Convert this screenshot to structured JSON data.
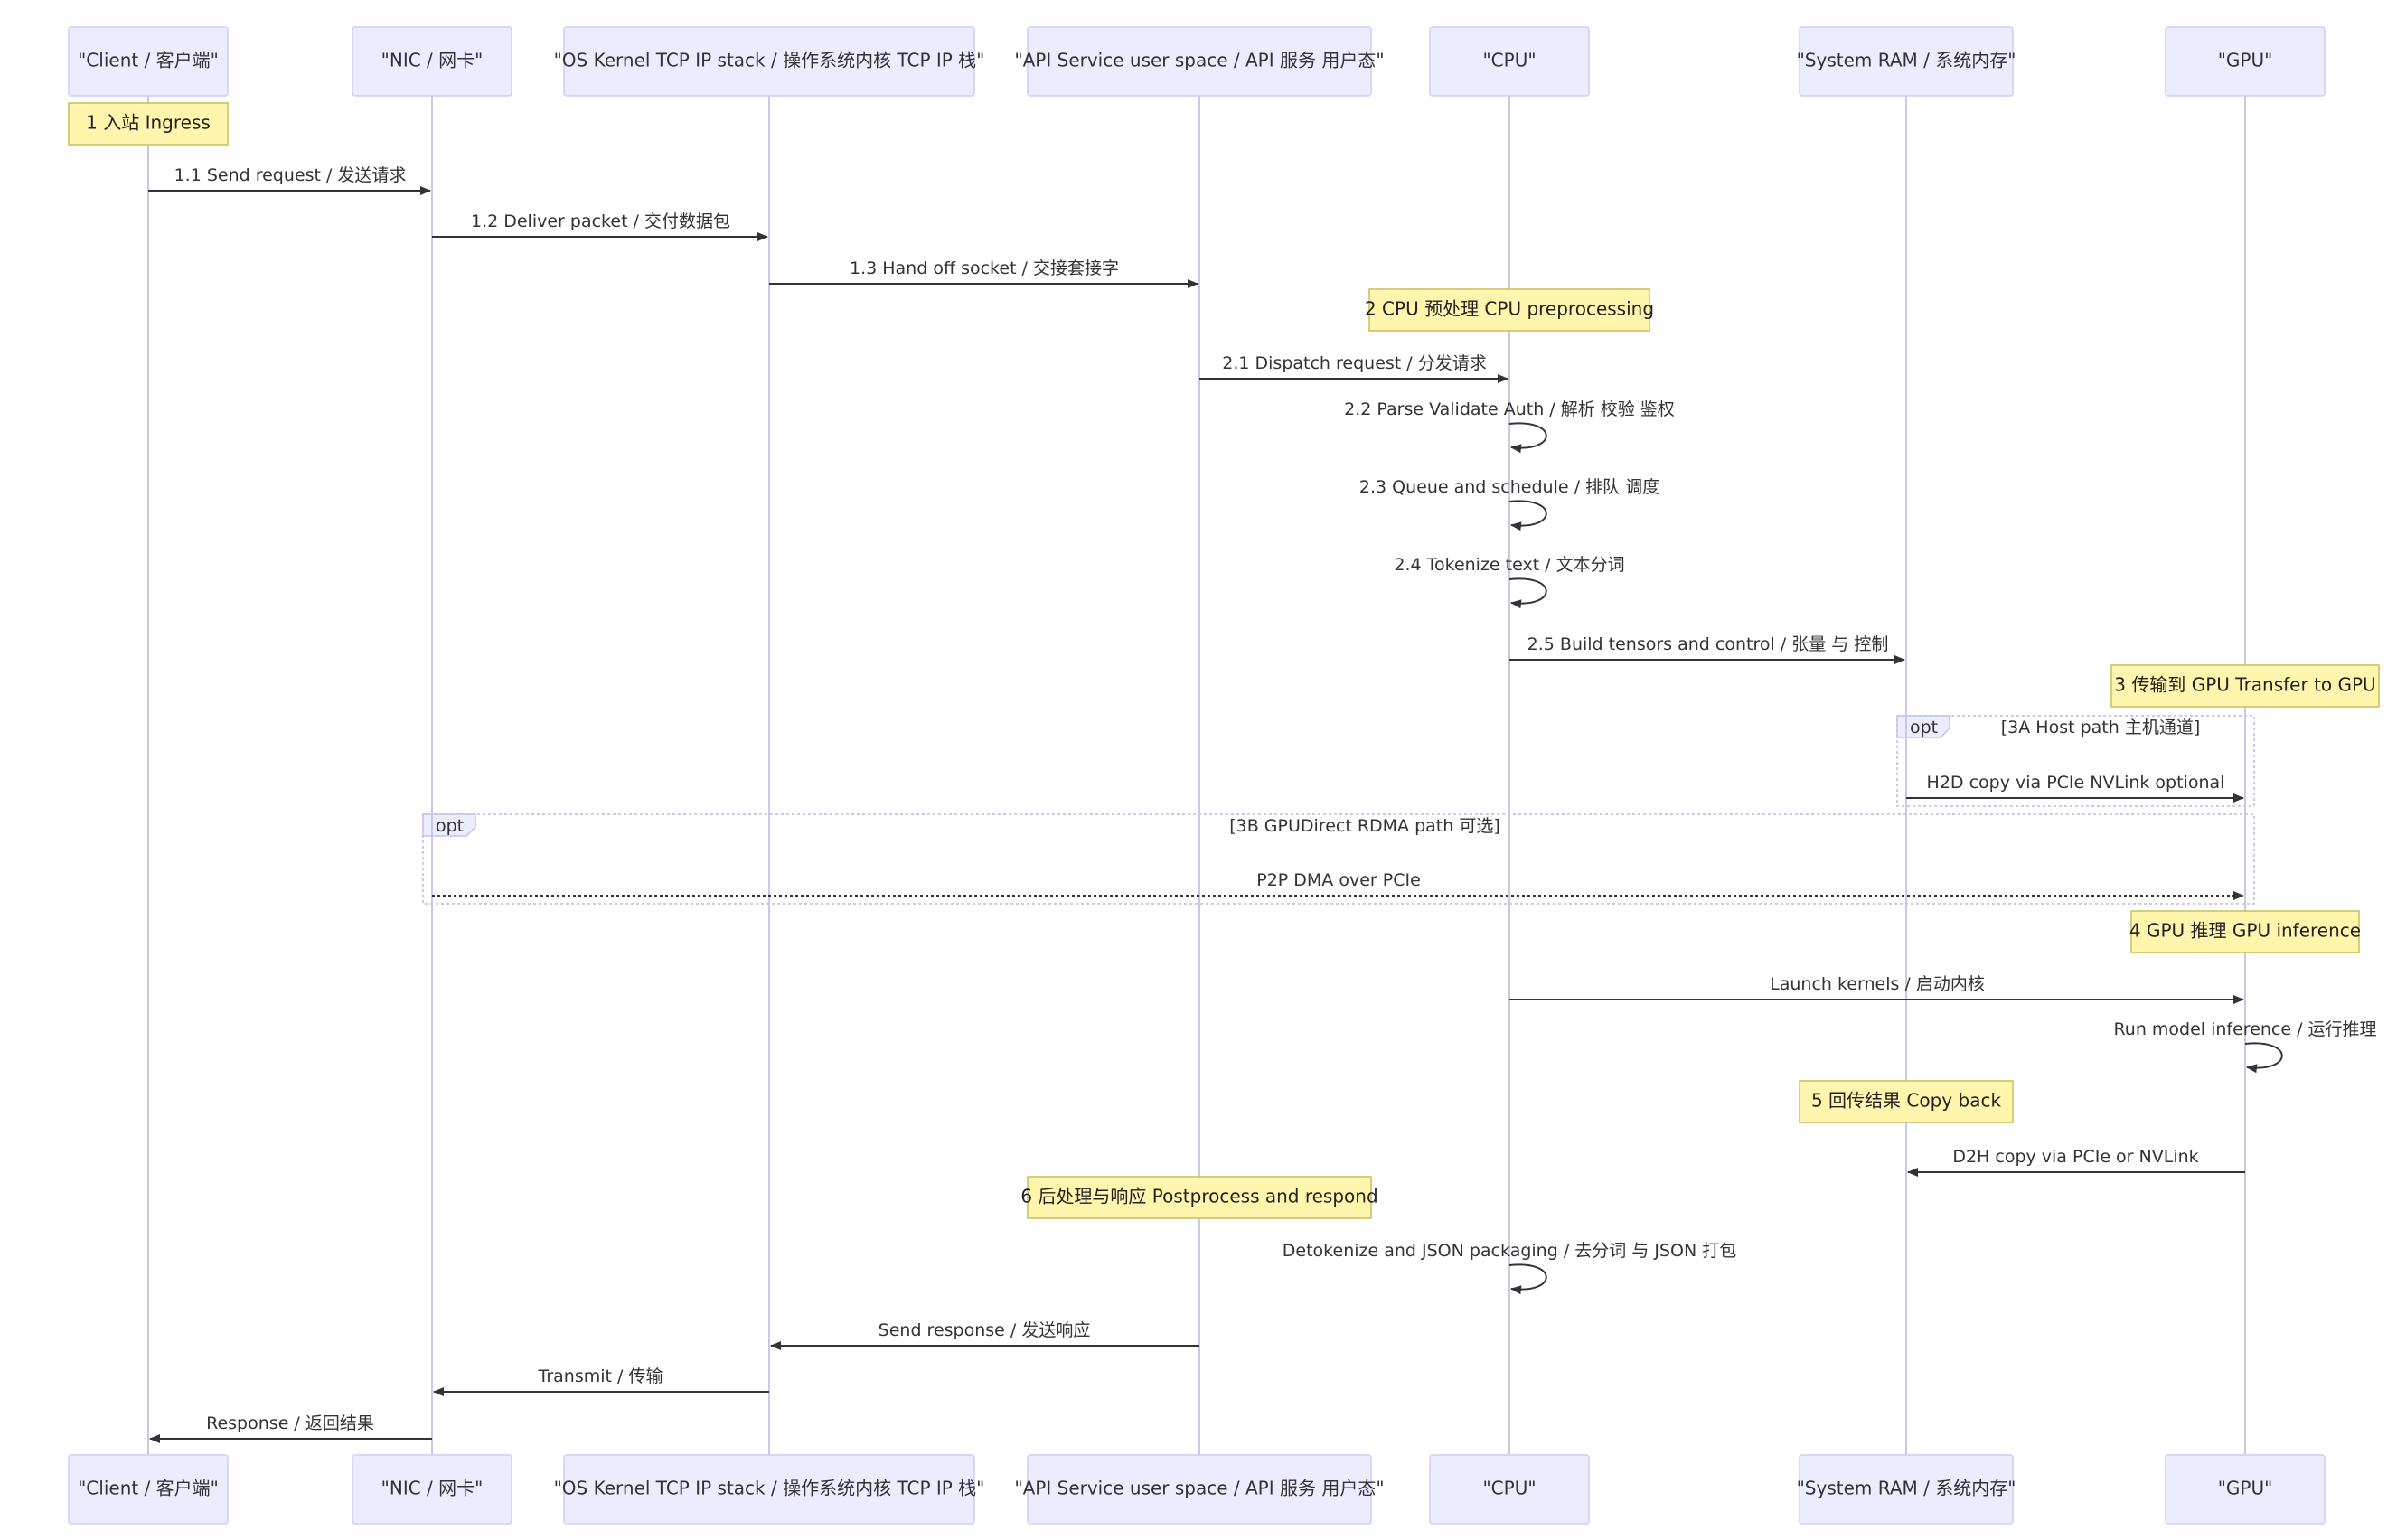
{
  "actors": [
    {
      "id": "client",
      "label": "\"Client / 客户端\""
    },
    {
      "id": "nic",
      "label": "\"NIC / 网卡\""
    },
    {
      "id": "kernel",
      "label": "\"OS Kernel TCP IP stack / 操作系统内核 TCP IP 栈\""
    },
    {
      "id": "api",
      "label": "\"API Service user space / API 服务 用户态\""
    },
    {
      "id": "cpu",
      "label": "\"CPU\""
    },
    {
      "id": "ram",
      "label": "\"System RAM / 系统内存\""
    },
    {
      "id": "gpu",
      "label": "\"GPU\""
    }
  ],
  "notes": [
    {
      "id": "ingress",
      "text": "1 入站 Ingress"
    },
    {
      "id": "cpu-pre",
      "text": "2 CPU 预处理 CPU preprocessing"
    },
    {
      "id": "transfer",
      "text": "3 传输到 GPU Transfer to GPU"
    },
    {
      "id": "inference",
      "text": "4 GPU 推理 GPU inference"
    },
    {
      "id": "copyback",
      "text": "5 回传结果 Copy back"
    },
    {
      "id": "postprocess",
      "text": "6 后处理与响应 Postprocess and respond"
    }
  ],
  "messages": [
    {
      "id": "m11",
      "text": "1.1 Send request / 发送请求",
      "from": "client",
      "to": "nic"
    },
    {
      "id": "m12",
      "text": "1.2 Deliver packet / 交付数据包",
      "from": "nic",
      "to": "kernel"
    },
    {
      "id": "m13",
      "text": "1.3 Hand off socket / 交接套接字",
      "from": "kernel",
      "to": "api"
    },
    {
      "id": "m21",
      "text": "2.1 Dispatch request / 分发请求",
      "from": "api",
      "to": "cpu"
    },
    {
      "id": "m22",
      "text": "2.2 Parse Validate Auth / 解析 校验 鉴权",
      "from": "cpu",
      "to": "cpu"
    },
    {
      "id": "m23",
      "text": "2.3 Queue and schedule / 排队 调度",
      "from": "cpu",
      "to": "cpu"
    },
    {
      "id": "m24",
      "text": "2.4 Tokenize text / 文本分词",
      "from": "cpu",
      "to": "cpu"
    },
    {
      "id": "m25",
      "text": "2.5 Build tensors and control / 张量 与 控制",
      "from": "cpu",
      "to": "ram"
    },
    {
      "id": "mh2d",
      "text": "H2D copy via PCIe NVLink optional",
      "from": "ram",
      "to": "gpu"
    },
    {
      "id": "mp2p",
      "text": "P2P DMA over PCIe",
      "from": "nic",
      "to": "gpu",
      "dotted": true
    },
    {
      "id": "mlaunch",
      "text": "Launch kernels / 启动内核",
      "from": "cpu",
      "to": "gpu"
    },
    {
      "id": "mrun",
      "text": "Run model inference / 运行推理",
      "from": "gpu",
      "to": "gpu"
    },
    {
      "id": "md2h",
      "text": "D2H copy via PCIe or NVLink",
      "from": "gpu",
      "to": "ram"
    },
    {
      "id": "mdetok",
      "text": "Detokenize and JSON packaging / 去分词 与 JSON 打包",
      "from": "cpu",
      "to": "cpu"
    },
    {
      "id": "msend",
      "text": "Send response / 发送响应",
      "from": "api",
      "to": "kernel"
    },
    {
      "id": "mtransmit",
      "text": "Transmit / 传输",
      "from": "kernel",
      "to": "nic"
    },
    {
      "id": "mresponse",
      "text": "Response / 返回结果",
      "from": "nic",
      "to": "client"
    }
  ],
  "opts": [
    {
      "id": "opt3a",
      "label": "opt",
      "condition": "[3A Host path 主机通道]"
    },
    {
      "id": "opt3b",
      "label": "opt",
      "condition": "[3B GPUDirect RDMA path 可选]"
    }
  ],
  "colors": {
    "actor_fill": "#ececff",
    "actor_border": "#ccccff",
    "note_fill": "#fff5ad",
    "note_border": "#c9bd5a",
    "line": "#333333",
    "lifeline": "#c8c8ea"
  }
}
